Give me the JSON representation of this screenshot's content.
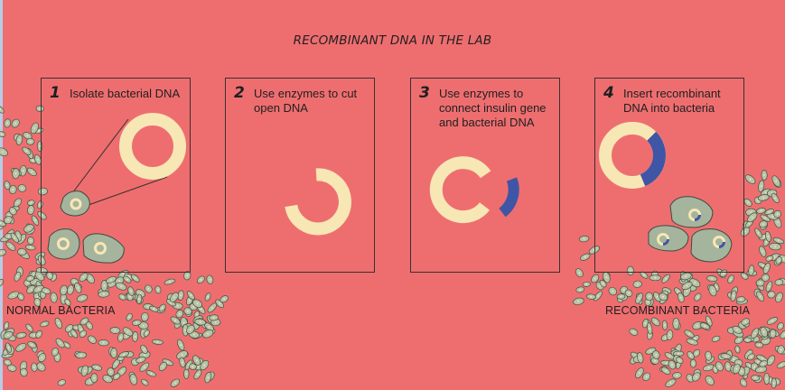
{
  "title": "RECOMBINANT DNA IN THE LAB",
  "steps": [
    {
      "number": "1",
      "text": "Isolate bacterial DNA"
    },
    {
      "number": "2",
      "text": "Use enzymes to cut open DNA"
    },
    {
      "number": "3",
      "text": "Use enzymes to connect insulin gene and bacterial DNA"
    },
    {
      "number": "4",
      "text": "Insert recombinant DNA into bacteria"
    }
  ],
  "captions": {
    "left": "NORMAL BACTERIA",
    "right": "RECOMBINANT  BACTERIA"
  },
  "colors": {
    "background": "#ee6e70",
    "bacterial_dna": "#f7e7b4",
    "insulin_gene": "#3f55a6",
    "cell": "#a5b49c",
    "cell_outline": "#3f4a3c"
  }
}
